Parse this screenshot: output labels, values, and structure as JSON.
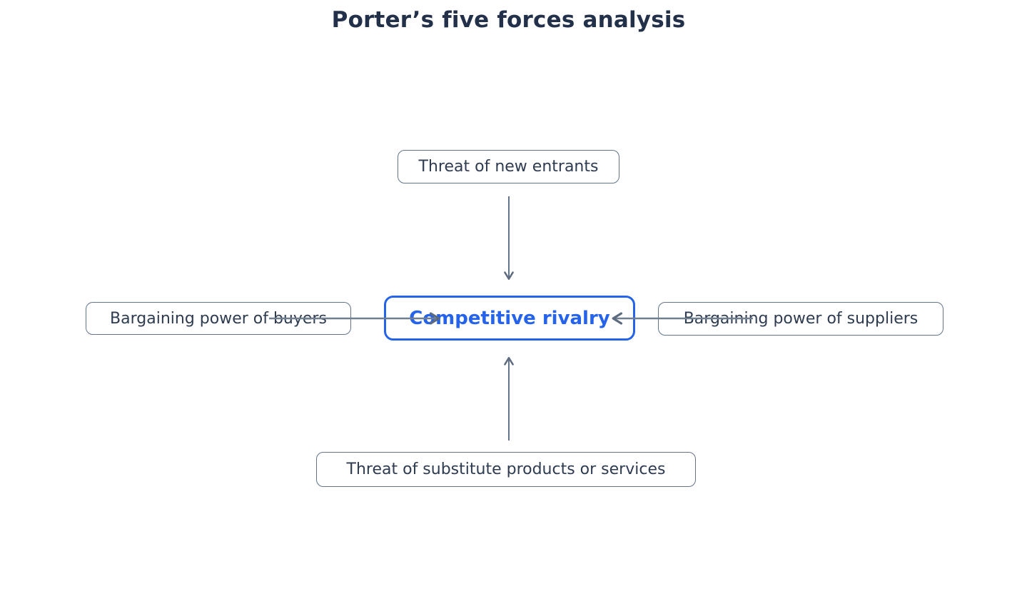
{
  "title": "Porter’s five forces analysis",
  "diagram": {
    "center": {
      "label": "Competitive rivalry"
    },
    "forces": [
      {
        "label": "Threat of new entrants",
        "position": "top"
      },
      {
        "label": "Bargaining power of buyers",
        "position": "left"
      },
      {
        "label": "Bargaining power of suppliers",
        "position": "right"
      },
      {
        "label": "Threat of substitute products or services",
        "position": "bottom"
      }
    ],
    "edges": [
      {
        "from": "Threat of new entrants",
        "to": "Competitive rivalry",
        "direction": "down"
      },
      {
        "from": "Bargaining power of buyers",
        "to": "Competitive rivalry",
        "direction": "right"
      },
      {
        "from": "Bargaining power of suppliers",
        "to": "Competitive rivalry",
        "direction": "left"
      },
      {
        "from": "Threat of substitute products or services",
        "to": "Competitive rivalry",
        "direction": "up"
      }
    ]
  },
  "colors": {
    "accent_blue": "#2563eb",
    "connector_gray": "#71808f",
    "node_border_gray": "#64748b",
    "text_navy": "#2e3b50",
    "title_navy": "#22304a",
    "background": "#ffffff"
  }
}
